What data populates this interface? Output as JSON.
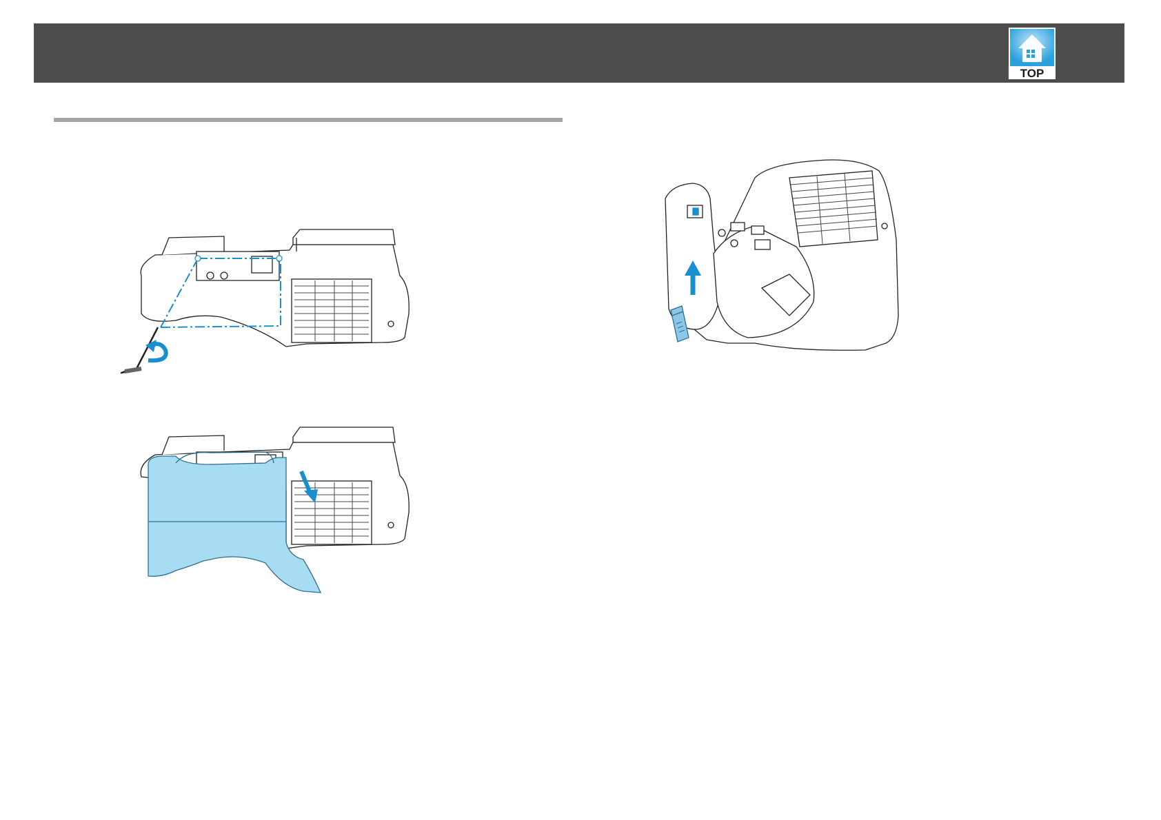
{
  "header": {
    "top_button": {
      "label": "TOP",
      "icon": "house-icon"
    }
  },
  "illustrations": [
    {
      "id": "cable-cover-screwdriver",
      "icon": "projector-screwdriver-icon"
    },
    {
      "id": "cable-cover-attach",
      "icon": "projector-cable-cover-icon"
    },
    {
      "id": "wireless-lan-module",
      "icon": "projector-wireless-module-icon"
    }
  ],
  "colors": {
    "header_bg": "#4d4d4d",
    "accent_blue": "#1a8fd0",
    "cover_blue": "#a8dcf2",
    "rule_gray": "#a6a6a6"
  }
}
